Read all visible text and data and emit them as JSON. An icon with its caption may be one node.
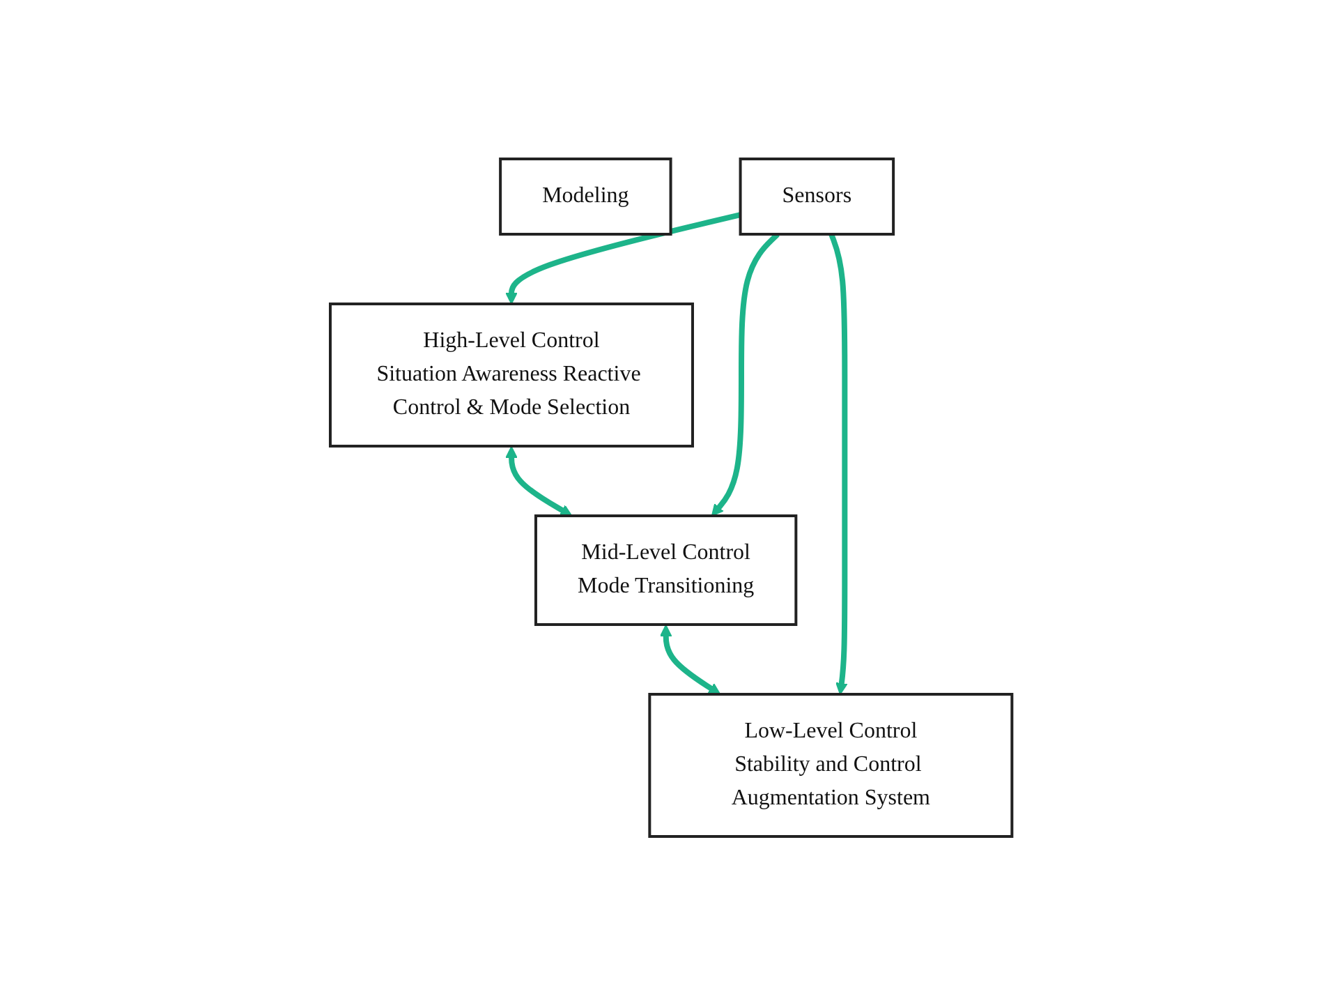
{
  "diagram": {
    "nodes": [
      {
        "text": [
          "Modeling"
        ]
      },
      {
        "text": [
          "High-Level Control",
          "Situation Awareness Reactive Control & Mode Selection"
        ]
      },
      {
        "text": [
          "Mid-Level Control",
          "Mode Transitioning"
        ]
      },
      {
        "text": [
          "Low-Level Control",
          "Stability and Control Augmentation System"
        ]
      },
      {
        "text": [
          "Sensors"
        ]
      }
    ],
    "edges": [
      {
        "from": 1,
        "to": 2,
        "arrow": "both"
      },
      {
        "from": 2,
        "to": 3,
        "arrow": "both"
      },
      {
        "from": 4,
        "to": 1,
        "arrow": "to"
      },
      {
        "from": 4,
        "to": 2,
        "arrow": "to"
      },
      {
        "from": 4,
        "to": 3,
        "arrow": "to"
      }
    ]
  }
}
